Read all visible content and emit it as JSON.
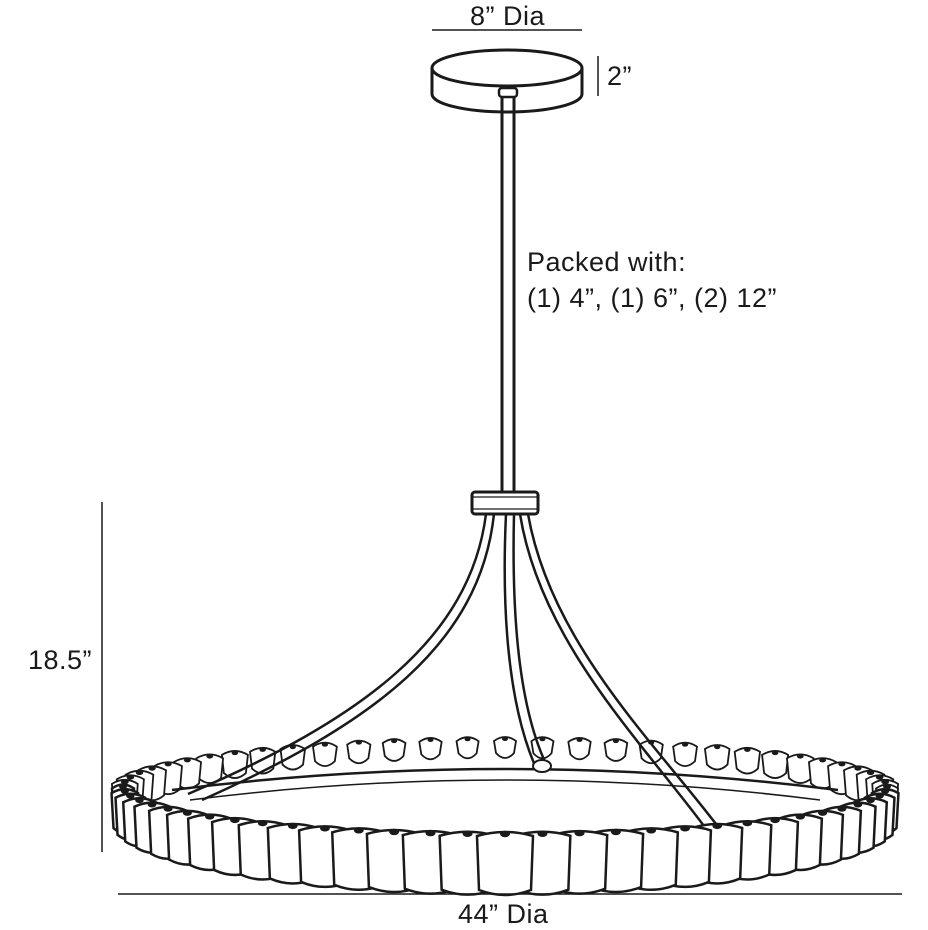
{
  "dimensions": {
    "canopy_diameter": "8” Dia",
    "canopy_height": "2”",
    "overall_height": "18.5”",
    "overall_diameter": "44” Dia"
  },
  "notes": {
    "packed_title": "Packed with:",
    "packed_rods": "(1) 4”, (1) 6”, (2) 12”"
  },
  "colors": {
    "line": "#1a1a1a",
    "background": "#ffffff"
  }
}
